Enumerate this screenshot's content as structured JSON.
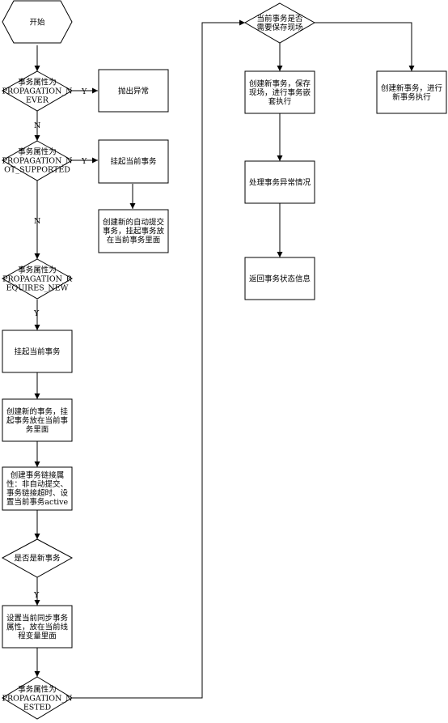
{
  "nodes": {
    "start": [
      "开始"
    ],
    "d_never": [
      "事务属性为",
      "PROPAGATION_N",
      "EVER"
    ],
    "throw_ex": [
      "抛出异常"
    ],
    "d_not_supported": [
      "事务属性为",
      "PROPAGATION_N",
      "OT_SUPPORTED"
    ],
    "suspend_1": [
      "挂起当前事务"
    ],
    "create_autocommit": [
      "创建新的自动提交",
      "事务，挂起事务放",
      "在当前事务里面"
    ],
    "d_requires_new": [
      "事务属性为",
      "PROPAGATION_R",
      "EQUIRES_NEW"
    ],
    "suspend_2": [
      "挂起当前事务"
    ],
    "create_new_tx": [
      "创建新的事务，挂",
      "起事务放在当前事",
      "务里面"
    ],
    "conn_attrs": [
      "创建事务链接属",
      "性：非自动提交、",
      "事务链接超时、设",
      "置当前事务active"
    ],
    "d_is_new": [
      "是否是新事务"
    ],
    "sync_attrs": [
      "设置当前同步事务",
      "属性，放在当前线",
      "程变量里面"
    ],
    "d_nested": [
      "事务属性为",
      "PROPAGATION_N",
      "ESTED"
    ],
    "d_savepoint": [
      "当前事务是否",
      "需要保存现场"
    ],
    "create_nested": [
      "创建新事务，保存",
      "现场，进行事务嵌",
      "套执行"
    ],
    "handle_ex": [
      "处理事务异常情况"
    ],
    "return_status": [
      "返回事务状态信息"
    ],
    "create_run": [
      "创建新事务，进行",
      "新事务执行"
    ]
  },
  "edge_labels": {
    "y_never": "Y",
    "n_never": "N",
    "y_not_supported": "Y",
    "n_not_supported": "N",
    "y_requires_new": "Y",
    "y_is_new": "Y"
  }
}
